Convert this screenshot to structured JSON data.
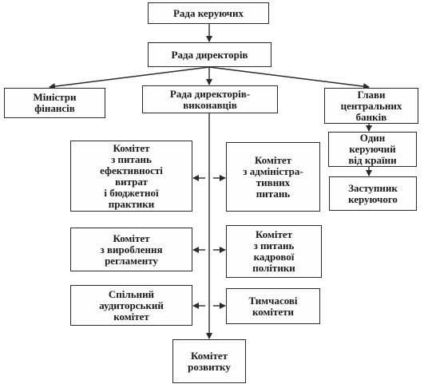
{
  "nodes": {
    "board_governors": "Рада керуючих",
    "board_directors": "Рада директорів",
    "finance_ministers": "Міністри\nфінансів",
    "executive_directors": "Рада директорів-\nвиконавців",
    "central_bank_heads": "Глави\nцентральних\nбанків",
    "one_governor": "Один\nкеруючий\nвід країни",
    "deputy_governor": "Заступник\nкеруючого",
    "cost_committee": "Комітет\nз питань\nефективності\nвитрат\nі бюджетної\nпрактики",
    "admin_committee": "Комітет\nз адміністра-\nтивних\nпитань",
    "rules_committee": "Комітет\nз вироблення\nрегламенту",
    "personnel_committee": "Комітет\nз питань\nкадрової\nполітики",
    "audit_committee": "Спільний\nаудиторський\nкомітет",
    "temp_committees": "Тимчасові\nкомітети",
    "development_committee": "Комітет\nрозвитку"
  }
}
